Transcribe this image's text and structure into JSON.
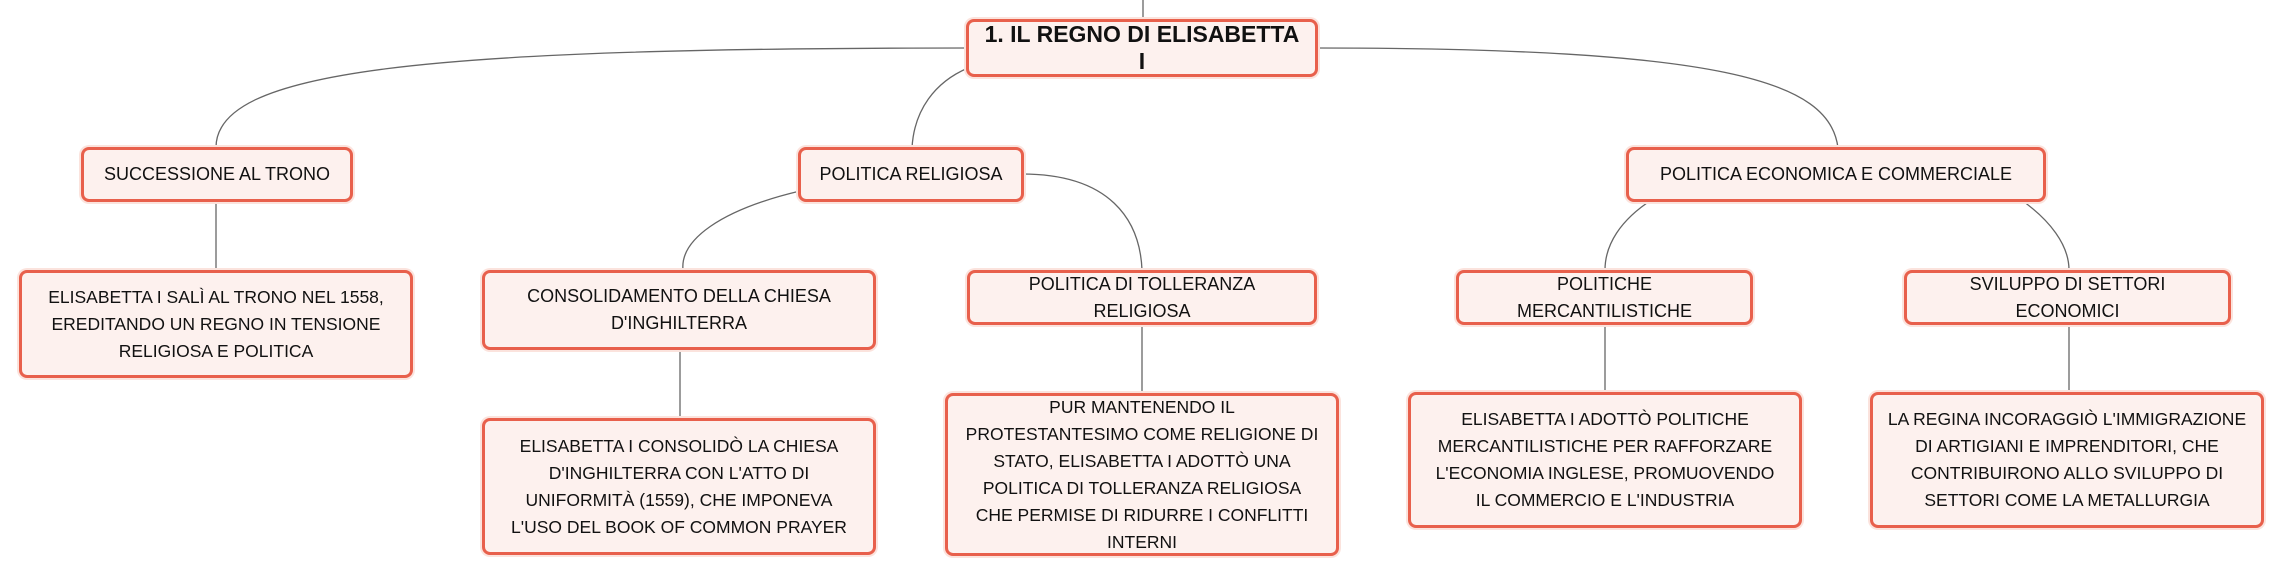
{
  "root": {
    "label": "1. IL REGNO DI ELISABETTA I"
  },
  "branches": [
    {
      "label": "SUCCESSIONE AL TRONO",
      "detail": "ELISABETTA I SALÌ AL TRONO NEL 1558, EREDITANDO UN REGNO IN TENSIONE RELIGIOSA E POLITICA"
    },
    {
      "label": "POLITICA RELIGIOSA",
      "children": [
        {
          "label": "CONSOLIDAMENTO DELLA CHIESA D'INGHILTERRA",
          "detail": "ELISABETTA I CONSOLIDÒ LA CHIESA D'INGHILTERRA CON L'ATTO DI UNIFORMITÀ (1559), CHE IMPONEVA L'USO DEL BOOK OF COMMON PRAYER"
        },
        {
          "label": "POLITICA DI TOLLERANZA RELIGIOSA",
          "detail": "PUR MANTENENDO IL PROTESTANTESIMO COME RELIGIONE DI STATO, ELISABETTA I ADOTTÒ UNA POLITICA DI TOLLERANZA RELIGIOSA CHE PERMISE DI RIDURRE I CONFLITTI INTERNI"
        }
      ]
    },
    {
      "label": "POLITICA ECONOMICA E COMMERCIALE",
      "children": [
        {
          "label": "POLITICHE MERCANTILISTICHE",
          "detail": "ELISABETTA I ADOTTÒ POLITICHE MERCANTILISTICHE PER RAFFORZARE L'ECONOMIA INGLESE, PROMUOVENDO IL COMMERCIO E L'INDUSTRIA"
        },
        {
          "label": "SVILUPPO DI SETTORI ECONOMICI",
          "detail": "LA REGINA INCORAGGIÒ L'IMMIGRAZIONE DI ARTIGIANI E IMPRENDITORI, CHE CONTRIBUIRONO ALLO SVILUPPO DI SETTORI COME LA METALLURGIA"
        }
      ]
    }
  ],
  "colors": {
    "node_border": "#e8604c",
    "node_fill": "#fdf1ee",
    "connector": "#666666"
  }
}
